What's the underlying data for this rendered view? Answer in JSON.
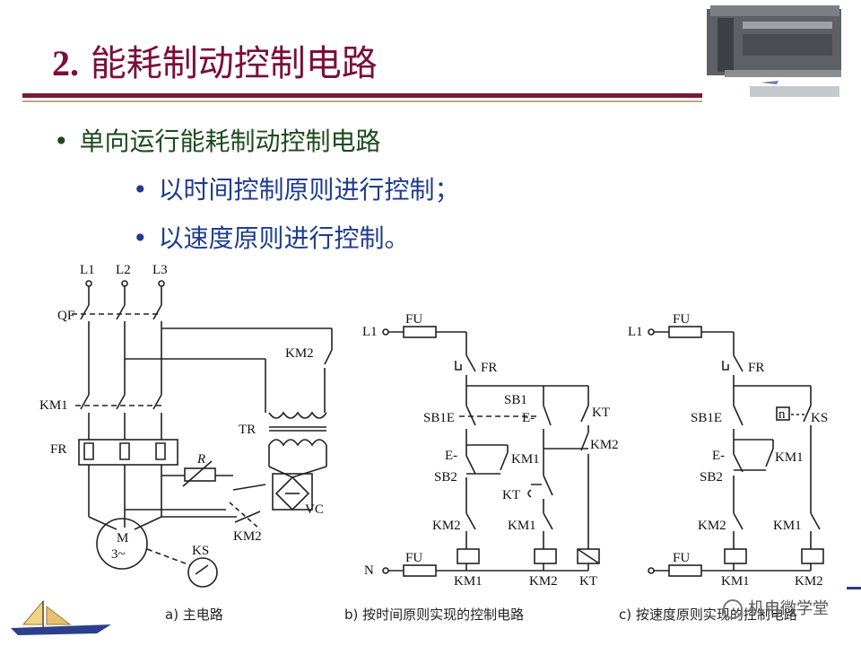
{
  "slide": {
    "title_num": "2.",
    "title_text": "能耗制动控制电路",
    "bullets": [
      "单向运行能耗制动控制电路",
      "以时间控制原则进行控制；",
      "以速度原则进行控制。"
    ]
  },
  "diagram_a": {
    "phases": [
      "L1",
      "L2",
      "L3"
    ],
    "labels": {
      "qf": "QF",
      "km1": "KM1",
      "fr": "FR",
      "km2": "KM2",
      "tr": "TR",
      "r": "R",
      "vc": "VC",
      "km2b": "KM2",
      "m": "M",
      "m3": "3~",
      "ks": "KS"
    },
    "caption": "a) 主电路"
  },
  "diagram_b": {
    "labels": {
      "l1": "L1",
      "fu": "FU",
      "fr": "FR",
      "sb1": "SB1",
      "sb1e": "SB1E",
      "kt": "KT",
      "km1": "KM1",
      "km2": "KM2",
      "sb2": "SB2",
      "kt2": "KT",
      "km2c": "KM2",
      "km1c": "KM1",
      "n": "N",
      "fu2": "FU",
      "coil_km1": "KM1",
      "coil_km2": "KM2",
      "coil_kt": "KT"
    },
    "caption": "b) 按时间原则实现的控制电路"
  },
  "diagram_c": {
    "labels": {
      "l1": "L1",
      "fu": "FU",
      "fr": "FR",
      "sb1e": "SB1E",
      "ks": "KS",
      "km1": "KM1",
      "sb2": "SB2",
      "km2c": "KM2",
      "km1c": "KM1",
      "fu2": "FU",
      "coil_km1": "KM1",
      "coil_km2": "KM2"
    },
    "caption": "c) 按速度原则实现的控制电路"
  },
  "watermark": "机电微学堂",
  "colors": {
    "title": "#7a0f3a",
    "bullet_main": "#1d4a1d",
    "bullet_sub": "#1f3c8f",
    "rule": "#7a1a33"
  }
}
